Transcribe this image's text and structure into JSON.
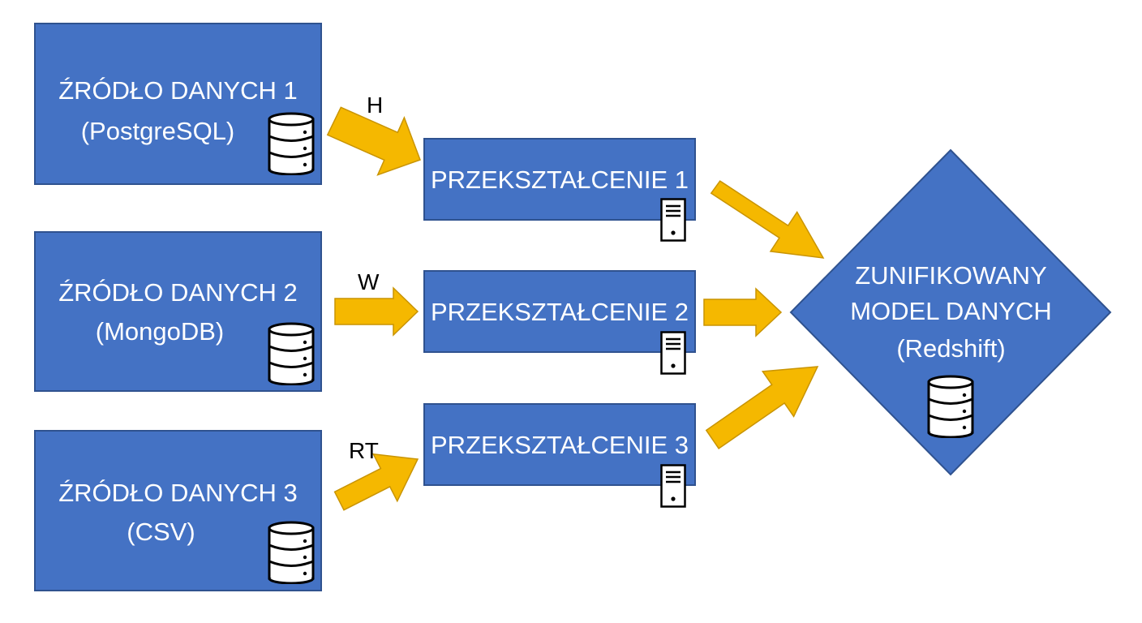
{
  "sources": [
    {
      "title": "ŹRÓDŁO DANYCH 1",
      "tech": "(PostgreSQL)",
      "icon": "database-icon"
    },
    {
      "title": "ŹRÓDŁO DANYCH 2",
      "tech": "(MongoDB)",
      "icon": "database-icon"
    },
    {
      "title": "ŹRÓDŁO DANYCH 3",
      "tech": "(CSV)",
      "icon": "database-icon"
    }
  ],
  "edge_labels": [
    "H",
    "W",
    "RT"
  ],
  "transforms": [
    {
      "title": "PRZEKSZTAŁCENIE 1",
      "icon": "server-icon"
    },
    {
      "title": "PRZEKSZTAŁCENIE 2",
      "icon": "server-icon"
    },
    {
      "title": "PRZEKSZTAŁCENIE 3",
      "icon": "server-icon"
    }
  ],
  "target": {
    "line1": "ZUNIFIKOWANY",
    "line2": "MODEL DANYCH",
    "line3": "(Redshift)",
    "icon": "database-icon"
  },
  "colors": {
    "box_fill": "#4472c4",
    "box_border": "#2f528f",
    "arrow_fill": "#f5b800",
    "arrow_border": "#c99400",
    "text": "#ffffff"
  }
}
